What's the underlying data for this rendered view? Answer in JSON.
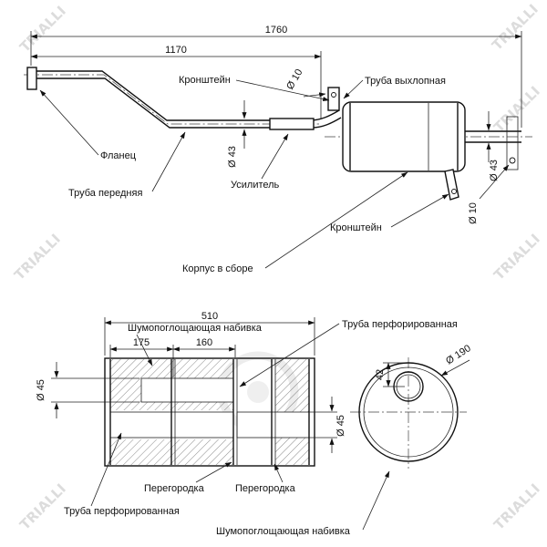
{
  "watermark": {
    "brand": "TRIALLI"
  },
  "top_view": {
    "dim_overall": "1760",
    "dim_front": "1170",
    "labels": {
      "bracket_top": "Кронштейн",
      "dia10_top": "Ø 10",
      "exhaust_pipe": "Труба выхлопная",
      "flange": "Фланец",
      "front_pipe": "Труба передняя",
      "dia43_front": "Ø 43",
      "reinforcement": "Усилитель",
      "body_assembly": "Корпус в сборе",
      "bracket_rear": "Кронштейн",
      "dia43_rear": "Ø 43",
      "dia10_rear": "Ø 10"
    }
  },
  "section_view": {
    "dim_length": "510",
    "dim_seg1": "175",
    "dim_seg2": "160",
    "dim_offset": "42",
    "labels": {
      "padding_top": "Шумопоглощающая набивка",
      "perforated_top": "Труба перфорированная",
      "dia45_left": "Ø 45",
      "dia45_right": "Ø 45",
      "dia190": "Ø 190",
      "partition_1": "Перегородка",
      "partition_2": "Перегородка",
      "perforated_bottom": "Труба перфорированная",
      "padding_bottom": "Шумопоглощающая набивка"
    }
  }
}
